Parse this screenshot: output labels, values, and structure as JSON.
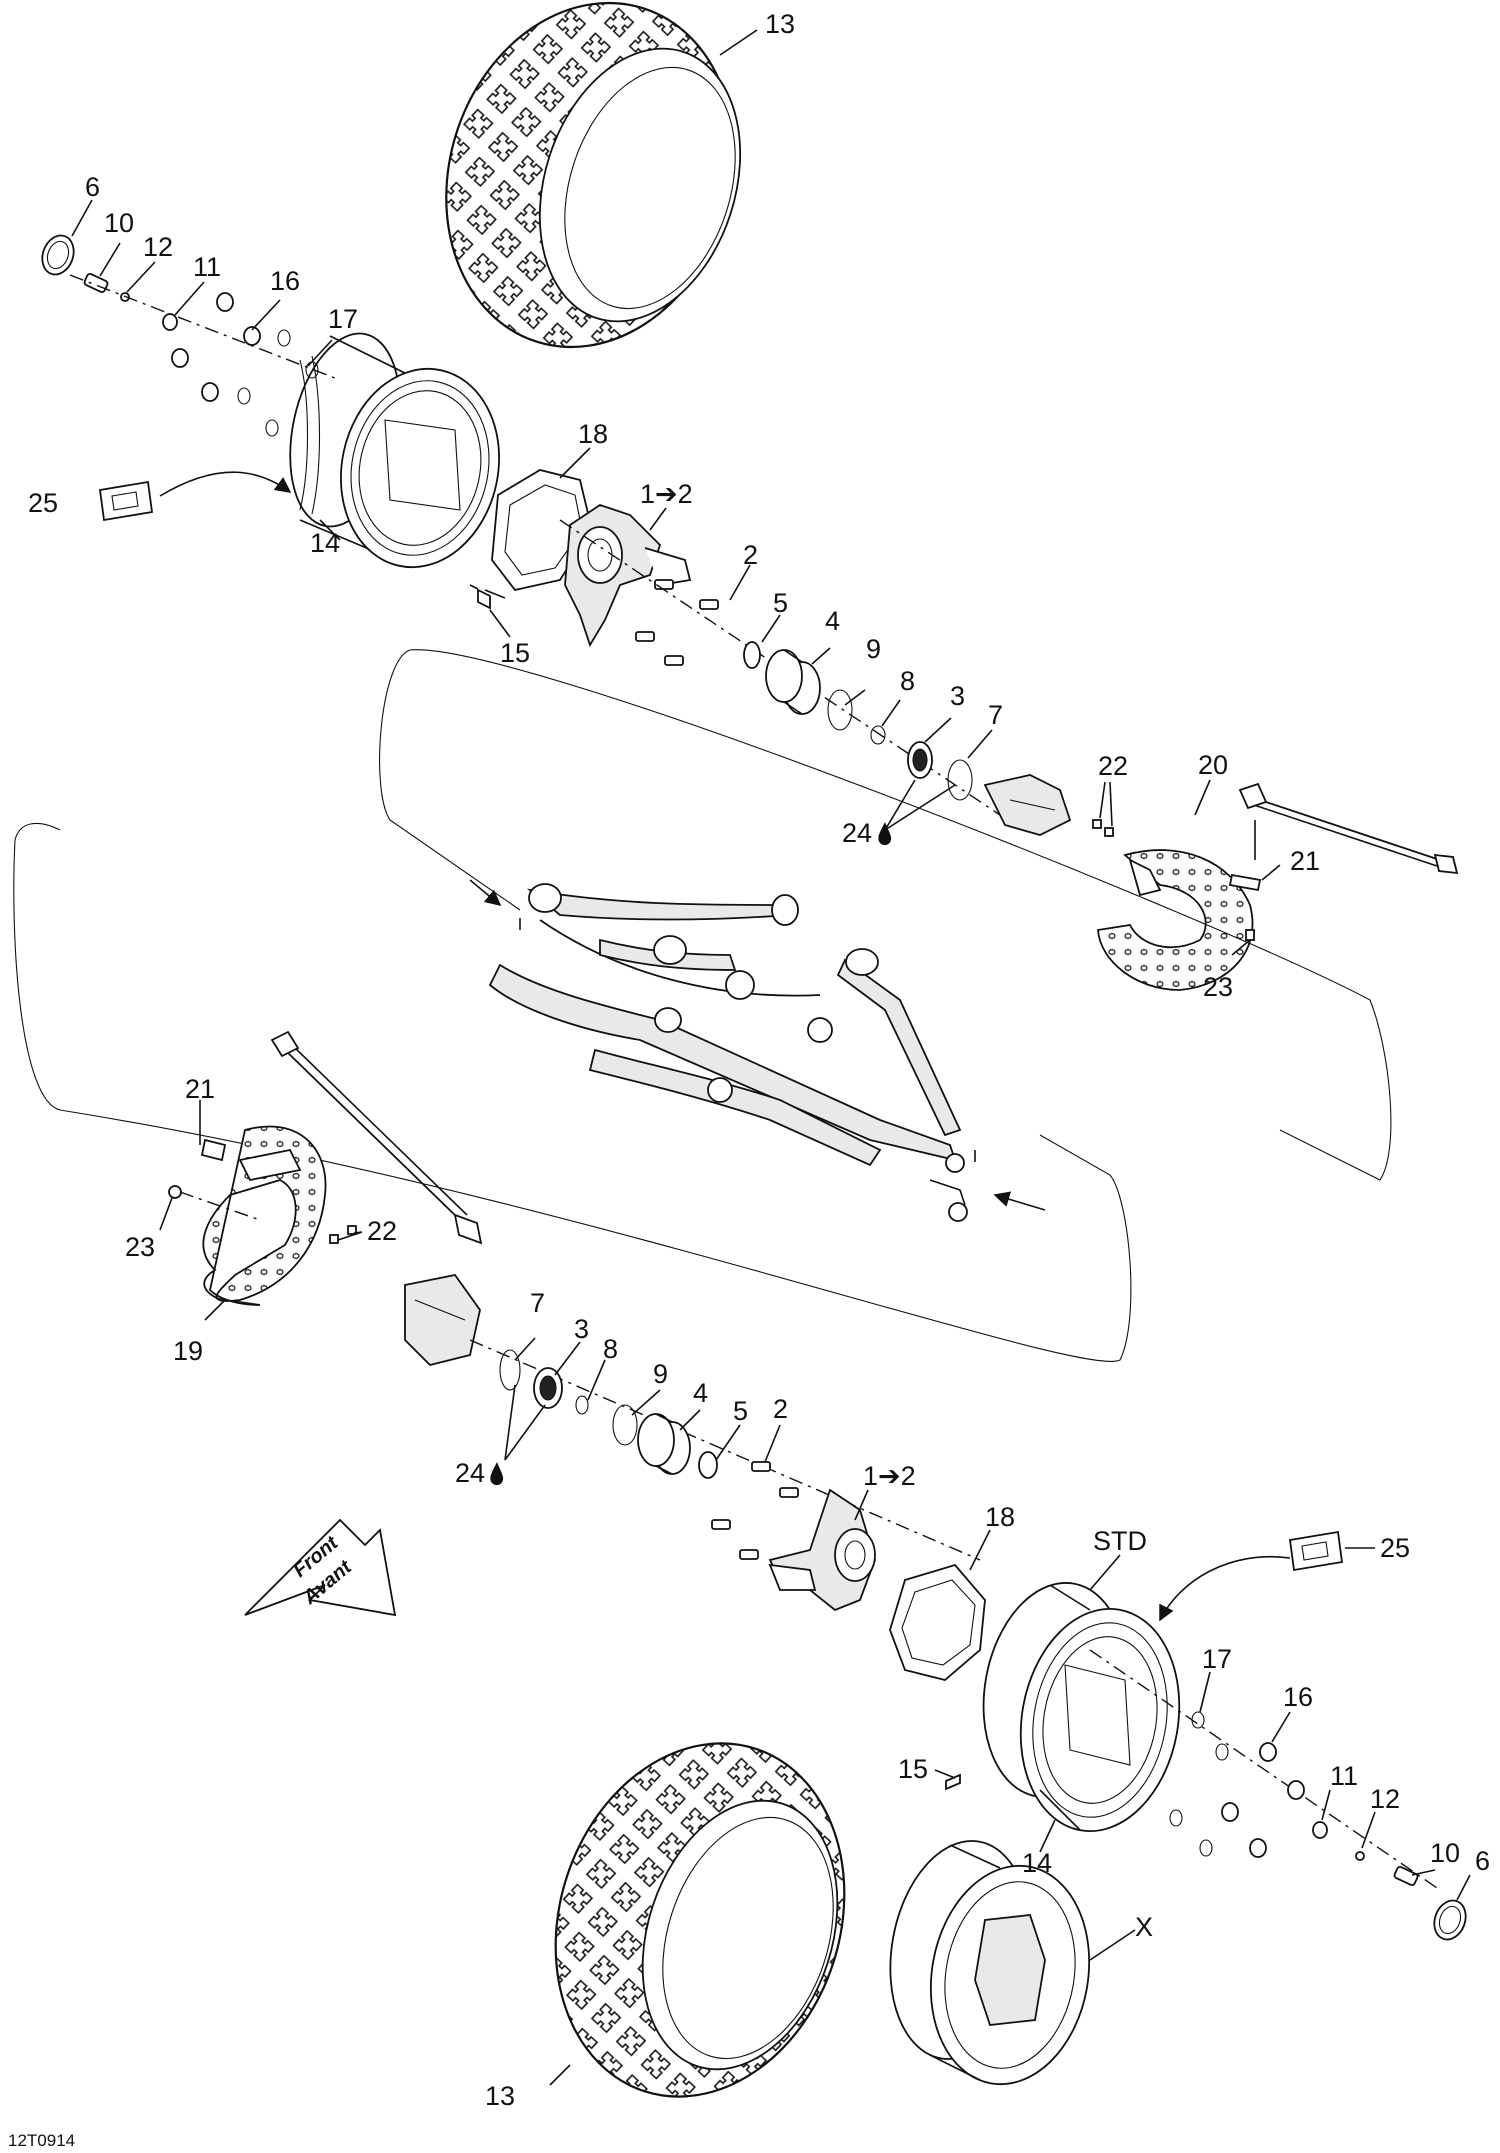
{
  "diagram": {
    "code": "12T0914",
    "direction": {
      "line1": "Front",
      "line2": "Avant"
    },
    "labels": {
      "l13_top": "13",
      "l6_top": "6",
      "l10_top": "10",
      "l12_top": "12",
      "l11_top": "11",
      "l16_top": "16",
      "l17_top": "17",
      "l18_top": "18",
      "l1to2_top": "1➔2",
      "l25_top": "25",
      "l14_top": "14",
      "l2_top": "2",
      "l15_top": "15",
      "l5_top": "5",
      "l4_top": "4",
      "l9_top": "9",
      "l8_top": "8",
      "l3_top": "3",
      "l7_top": "7",
      "l24_top": "24",
      "l22_top": "22",
      "l20": "20",
      "l21_top": "21",
      "l23_top": "23",
      "l21_bot": "21",
      "l23_bot": "23",
      "l22_bot": "22",
      "l19": "19",
      "l7_bot": "7",
      "l3_bot": "3",
      "l8_bot": "8",
      "l9_bot": "9",
      "l4_bot": "4",
      "l5_bot": "5",
      "l2_bot": "2",
      "l1to2_bot": "1➔2",
      "l24_bot": "24",
      "l18_bot": "18",
      "lSTD": "STD",
      "l25_bot": "25",
      "l17_bot": "17",
      "l16_bot": "16",
      "l15_bot": "15",
      "l11_bot": "11",
      "l12_bot": "12",
      "l10_bot": "10",
      "l6_bot": "6",
      "l14_bot": "14",
      "lX": "X",
      "l13_bot": "13"
    }
  }
}
